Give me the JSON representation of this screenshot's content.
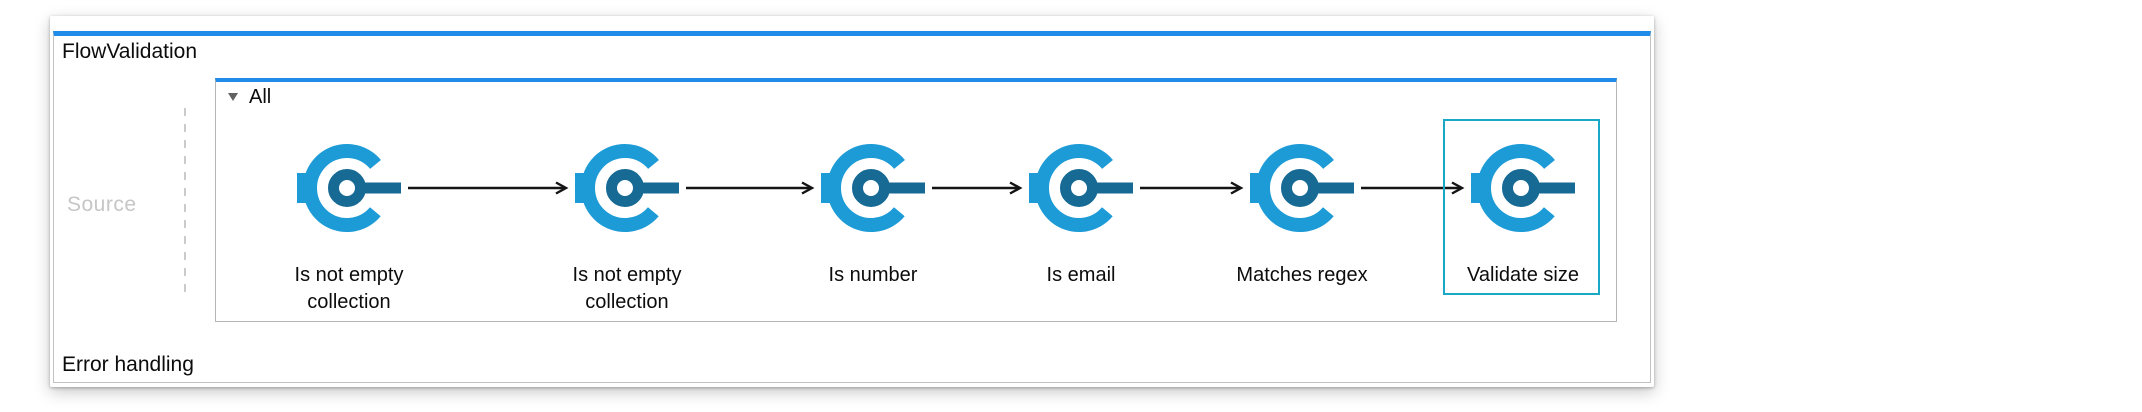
{
  "flow": {
    "title": "FlowValidation",
    "source_label": "Source",
    "error_handling_label": "Error handling"
  },
  "scope": {
    "label": "All",
    "collapse_icon": "triangle-down-icon"
  },
  "components": [
    {
      "label": "Is not empty collection",
      "icon": "validation-icon",
      "selected": false
    },
    {
      "label": "Is not empty collection",
      "icon": "validation-icon",
      "selected": false
    },
    {
      "label": "Is number",
      "icon": "validation-icon",
      "selected": false
    },
    {
      "label": "Is email",
      "icon": "validation-icon",
      "selected": false
    },
    {
      "label": "Matches regex",
      "icon": "validation-icon",
      "selected": false
    },
    {
      "label": "Validate size",
      "icon": "validation-icon",
      "selected": true
    }
  ],
  "colors": {
    "accent_blue": "#1e8ce8",
    "icon_light_blue": "#1c9bd7",
    "icon_dark_blue": "#166a94",
    "selection_cyan": "#19a9c7",
    "container_border_gray": "#b5b5b5",
    "muted_source_text": "#c6c6c6"
  }
}
